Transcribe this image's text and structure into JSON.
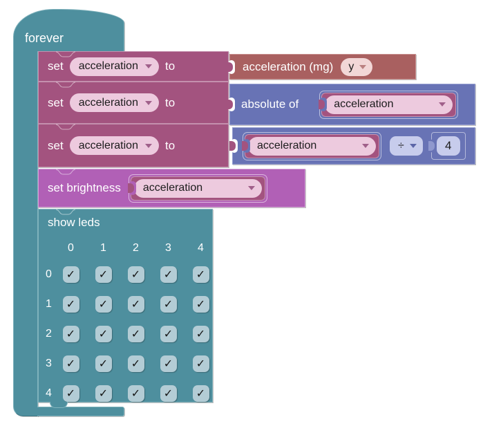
{
  "palette": {
    "loop_teal": "#4E8F9E",
    "variables_mauve": "#A3537F",
    "input_red": "#A96060",
    "math_blue": "#6873B5",
    "led_magenta": "#B160B6",
    "dropdown_pink": "#EDCADE",
    "dropdown_light_red": "#F2D7D7",
    "dropdown_lavender": "#C7CCEC",
    "checkbox_fill": "#B3CCD5"
  },
  "icons": {
    "dropdown_arrow": "▾",
    "checkmark": "✓"
  },
  "forever": {
    "label": "forever"
  },
  "rows": [
    {
      "set": "set",
      "variable": "acceleration",
      "to": "to"
    },
    {
      "set": "set",
      "variable": "acceleration",
      "to": "to"
    },
    {
      "set": "set",
      "variable": "acceleration",
      "to": "to"
    }
  ],
  "acceleration_value": {
    "label": "acceleration (mg)",
    "axis": "y"
  },
  "absolute": {
    "label": "absolute of",
    "variable": "acceleration"
  },
  "division": {
    "variable": "acceleration",
    "operator": "÷",
    "value": "4"
  },
  "brightness": {
    "label": "set brightness",
    "variable": "acceleration"
  },
  "leds": {
    "label": "show leds",
    "col_labels": [
      "0",
      "1",
      "2",
      "3",
      "4"
    ],
    "row_labels": [
      "0",
      "1",
      "2",
      "3",
      "4"
    ],
    "cells": [
      [
        "✓",
        "✓",
        "✓",
        "✓",
        "✓"
      ],
      [
        "✓",
        "✓",
        "✓",
        "✓",
        "✓"
      ],
      [
        "✓",
        "✓",
        "✓",
        "✓",
        "✓"
      ],
      [
        "✓",
        "✓",
        "✓",
        "✓",
        "✓"
      ],
      [
        "✓",
        "✓",
        "✓",
        "✓",
        "✓"
      ]
    ]
  }
}
